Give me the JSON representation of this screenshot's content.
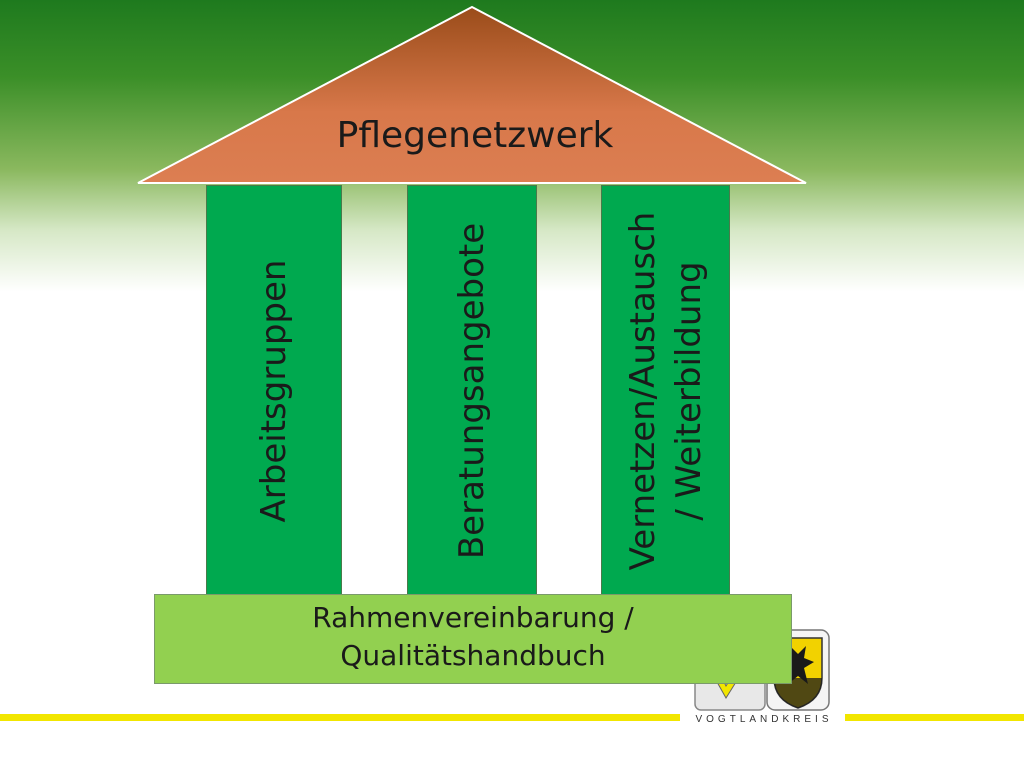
{
  "roof": {
    "label": "Pflegenetzwerk",
    "color": "#c8663a"
  },
  "pillars": [
    {
      "lines": [
        "Arbeitsgruppen"
      ]
    },
    {
      "lines": [
        "Beratungsangebote"
      ]
    },
    {
      "lines": [
        "Vernetzen/Austausch",
        "/ Weiterbildung"
      ]
    }
  ],
  "pillar_color": "#00a94f",
  "base": {
    "lines": [
      "Rahmenvereinbarung /",
      "Qualitätshandbuch"
    ],
    "color": "#92d050"
  },
  "logo": {
    "caption": "VOGTLANDKREIS",
    "icon": "coat-of-arms-icon"
  },
  "stripe_color": "#f2e600"
}
